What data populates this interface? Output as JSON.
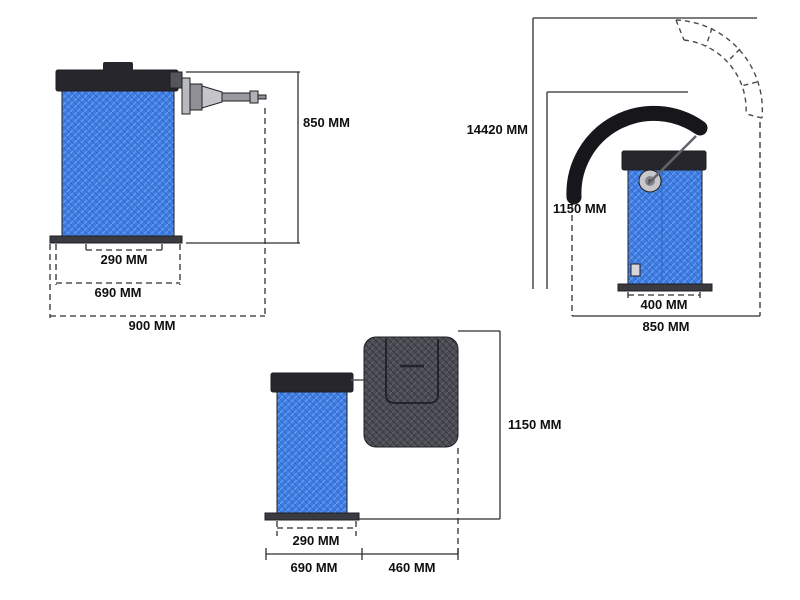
{
  "colors": {
    "body_blue": "#3f7de2",
    "body_blue_light": "#6ea3ef",
    "body_blue_dark": "#2e66c8",
    "cap_dark": "#26262c",
    "panel_gray": "#4b4b54",
    "panel_gray_light": "#60606a",
    "panel_gray_dark": "#2f2f37",
    "base_gray": "#3a3a41",
    "metal_gray": "#9a9aa0",
    "guard_black": "#17171b"
  },
  "views": {
    "side": {
      "dims": {
        "height": "850 MM",
        "width_inner": "290 MM",
        "width_mid": "690 MM",
        "width_outer": "900 MM"
      }
    },
    "front": {
      "dims": {
        "height_total": "14420 MM",
        "height_body": "1150 MM",
        "width_body": "400 MM",
        "width_total": "850 MM"
      }
    },
    "rear": {
      "dims": {
        "height": "1150 MM",
        "width_inner": "290 MM",
        "width_body": "690 MM",
        "width_guard": "460 MM"
      }
    }
  }
}
